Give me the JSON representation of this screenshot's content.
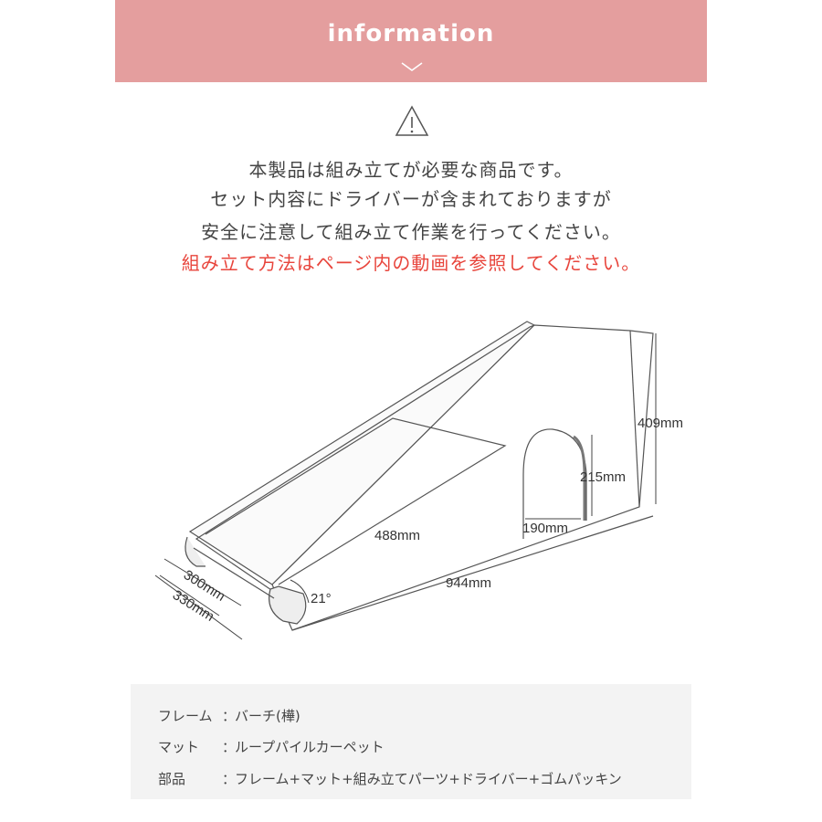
{
  "header": {
    "title": "information"
  },
  "notice": {
    "line1": "本製品は組み立てが必要な商品です。",
    "line2": "セット内容にドライバーが含まれておりますが",
    "line3": "安全に注意して組み立て作業を行ってください。",
    "line4": "組み立て方法はページ内の動画を参照してください。",
    "accent_color": "#e8453c"
  },
  "diagram": {
    "height_label": "409mm",
    "arch_height_label": "215mm",
    "arch_width_label": "190mm",
    "mat_length_label": "488mm",
    "base_length_label": "944mm",
    "angle_label": "21°",
    "inner_width_label": "300mm",
    "outer_width_label": "330mm"
  },
  "specs": [
    {
      "key": "フレーム",
      "colon": "：",
      "value": "バーチ(樺)"
    },
    {
      "key": "マット",
      "colon": "：",
      "value": "ループパイルカーペット"
    },
    {
      "key": "部品",
      "colon": "：",
      "value": "フレーム+マット+組み立てパーツ+ドライバー+ゴムパッキン"
    }
  ],
  "colors": {
    "header_bg": "#e49e9e",
    "spec_bg": "#f3f3f3"
  }
}
